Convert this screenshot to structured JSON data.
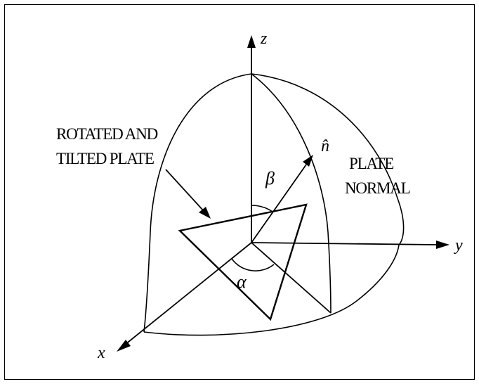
{
  "axes": {
    "z": "z",
    "y": "y",
    "x": "x"
  },
  "annotations": {
    "plate_line1": "ROTATED AND",
    "plate_line2": "TILTED PLATE",
    "normal_line1": "PLATE",
    "normal_line2": "NORMAL",
    "normal_symbol": "n̂",
    "tilt_angle": "β",
    "rotation_angle": "α"
  }
}
